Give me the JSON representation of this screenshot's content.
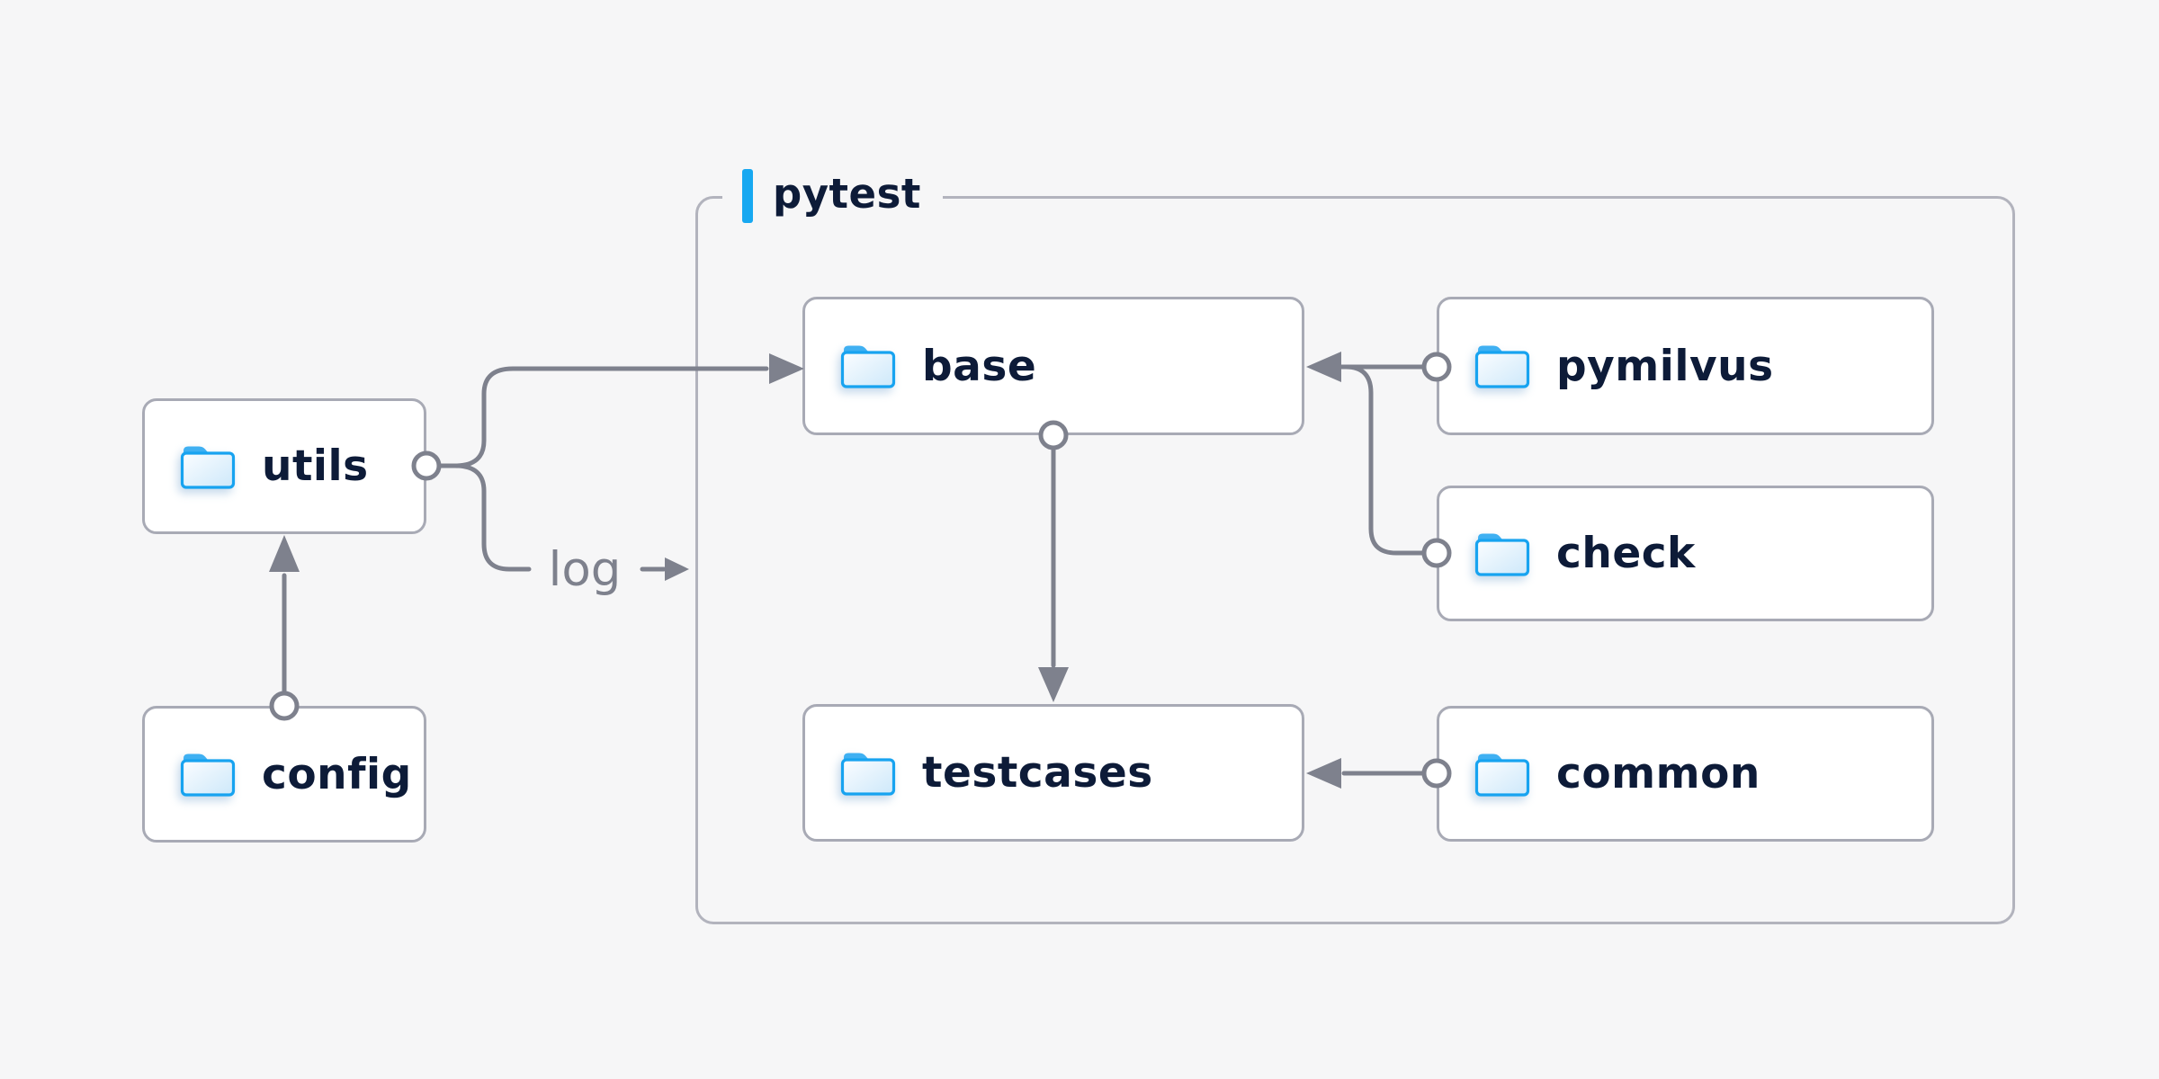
{
  "page": {
    "background": "#f6f6f7"
  },
  "container": {
    "label": "pytest",
    "accent_color": "#17a8f1",
    "border_color": "#b2b3bd"
  },
  "nodes": {
    "utils": {
      "label": "utils",
      "icon": "folder-icon",
      "inside_container": false
    },
    "config": {
      "label": "config",
      "icon": "folder-icon",
      "inside_container": false
    },
    "base": {
      "label": "base",
      "icon": "folder-icon",
      "inside_container": true
    },
    "pymilvus": {
      "label": "pymilvus",
      "icon": "folder-icon",
      "inside_container": true
    },
    "check": {
      "label": "check",
      "icon": "folder-icon",
      "inside_container": true
    },
    "testcases": {
      "label": "testcases",
      "icon": "folder-icon",
      "inside_container": true
    },
    "common": {
      "label": "common",
      "icon": "folder-icon",
      "inside_container": true
    }
  },
  "edges": {
    "log_label": "log",
    "list": [
      {
        "from": "config",
        "to": "utils",
        "type": "arrow"
      },
      {
        "from": "utils",
        "to": "base",
        "type": "arrow"
      },
      {
        "from": "utils",
        "to": "log",
        "type": "labeled-arrow"
      },
      {
        "from": "pymilvus",
        "to": "base",
        "type": "arrow"
      },
      {
        "from": "check",
        "to": "base",
        "type": "arrow-merged"
      },
      {
        "from": "base",
        "to": "testcases",
        "type": "arrow"
      },
      {
        "from": "common",
        "to": "testcases",
        "type": "arrow"
      }
    ]
  },
  "colors": {
    "line": "#7e818d",
    "node_border": "#a8aab5",
    "node_background": "#ffffff",
    "label_text": "#0d1b38",
    "edge_label_text": "#7e818d",
    "folder_stroke": "#17a3f0",
    "folder_tab": "#3fb0f2",
    "folder_fill_light": "#f7fbfe",
    "folder_fill_dark": "#cde8fa"
  }
}
